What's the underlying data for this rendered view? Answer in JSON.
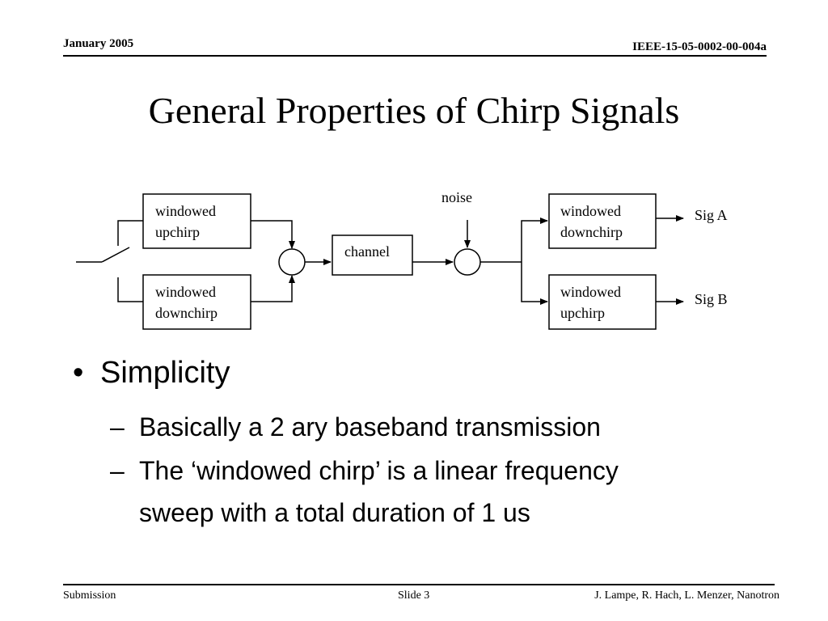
{
  "header": {
    "date": "January 2005",
    "doc_id": "IEEE-15-05-0002-00-004a"
  },
  "slide": {
    "title": "General Properties of Chirp Signals"
  },
  "diagram": {
    "blocks": {
      "tx_upper_line1": "windowed",
      "tx_upper_line2": "upchirp",
      "tx_lower_line1": "windowed",
      "tx_lower_line2": "downchirp",
      "channel": "channel",
      "rx_upper_line1": "windowed",
      "rx_upper_line2": "downchirp",
      "rx_lower_line1": "windowed",
      "rx_lower_line2": "upchirp"
    },
    "noise_label": "noise",
    "sig_a": "Sig A",
    "sig_b": "Sig B"
  },
  "bullets": {
    "main": "Simplicity",
    "main_marker": "•",
    "sub_marker": "–",
    "sub1": "Basically a 2 ary baseband transmission",
    "sub2_line1": "The ‘windowed chirp’ is a linear frequency",
    "sub2_line2": "sweep with a total duration of 1 us"
  },
  "footer": {
    "left": "Submission",
    "center": "Slide 3",
    "right": "J. Lampe, R. Hach, L. Menzer, Nanotron"
  }
}
